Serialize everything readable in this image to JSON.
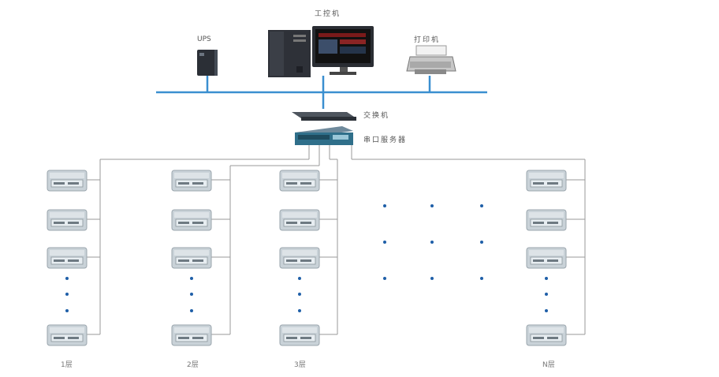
{
  "devices": {
    "workstation_label": "工控机",
    "ups_label": "UPS",
    "printer_label": "打印机",
    "switch_label": "交换机",
    "serial_server_label": "串口服务器"
  },
  "columns": [
    {
      "label": "1层"
    },
    {
      "label": "2层"
    },
    {
      "label": "3层"
    },
    {
      "label": "N层"
    }
  ],
  "colors": {
    "bus": "#3a8fd0",
    "wire": "#9a9a9a",
    "dot": "#1f5fa8",
    "meter_body": "#c9d2d8",
    "meter_face": "#e7edf1",
    "label": "#555555"
  }
}
